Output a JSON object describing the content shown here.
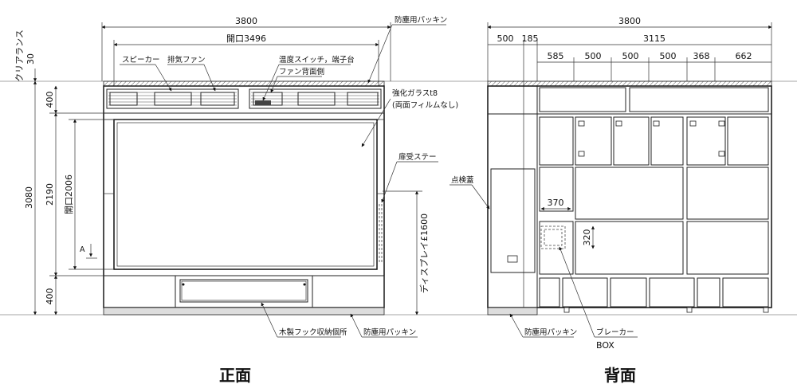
{
  "front": {
    "title": "正面",
    "dims": {
      "total_width": "3800",
      "opening_width": "開口3496",
      "clearance_label": "クリアランス",
      "clearance_value": "30",
      "top_band": "400",
      "total_height": "3080",
      "display_height": "2190",
      "opening_height": "開口2006",
      "bottom_band": "400",
      "section_mark": "A",
      "display_mount_height": "ディスプレイ£1600"
    },
    "labels": {
      "speaker": "スピーカー",
      "exhaust_fan": "排気ファン",
      "switch_terminal": "温度スイッチ，端子台",
      "fan_rear": "ファン背面側",
      "dust_packing_top": "防塵用パッキン",
      "glass": "強化ガラスt8",
      "glass_note": "(両面フィルムなし)",
      "door_stay": "扉受ステー",
      "hook_storage": "木製フック収納個所",
      "dust_packing_bottom": "防塵用パッキン"
    }
  },
  "back": {
    "title": "背面",
    "dims": {
      "total_width": "3800",
      "seg1": "500",
      "seg2": "185",
      "seg3": "3115",
      "sub1": "585",
      "sub2": "500",
      "sub3": "500",
      "sub4": "500",
      "sub5": "368",
      "sub6": "662",
      "breaker_w": "370",
      "breaker_h": "320"
    },
    "labels": {
      "inspection_lid": "点検蓋",
      "dust_packing": "防塵用パッキン",
      "breaker": "ブレーカー",
      "box": "BOX"
    }
  }
}
